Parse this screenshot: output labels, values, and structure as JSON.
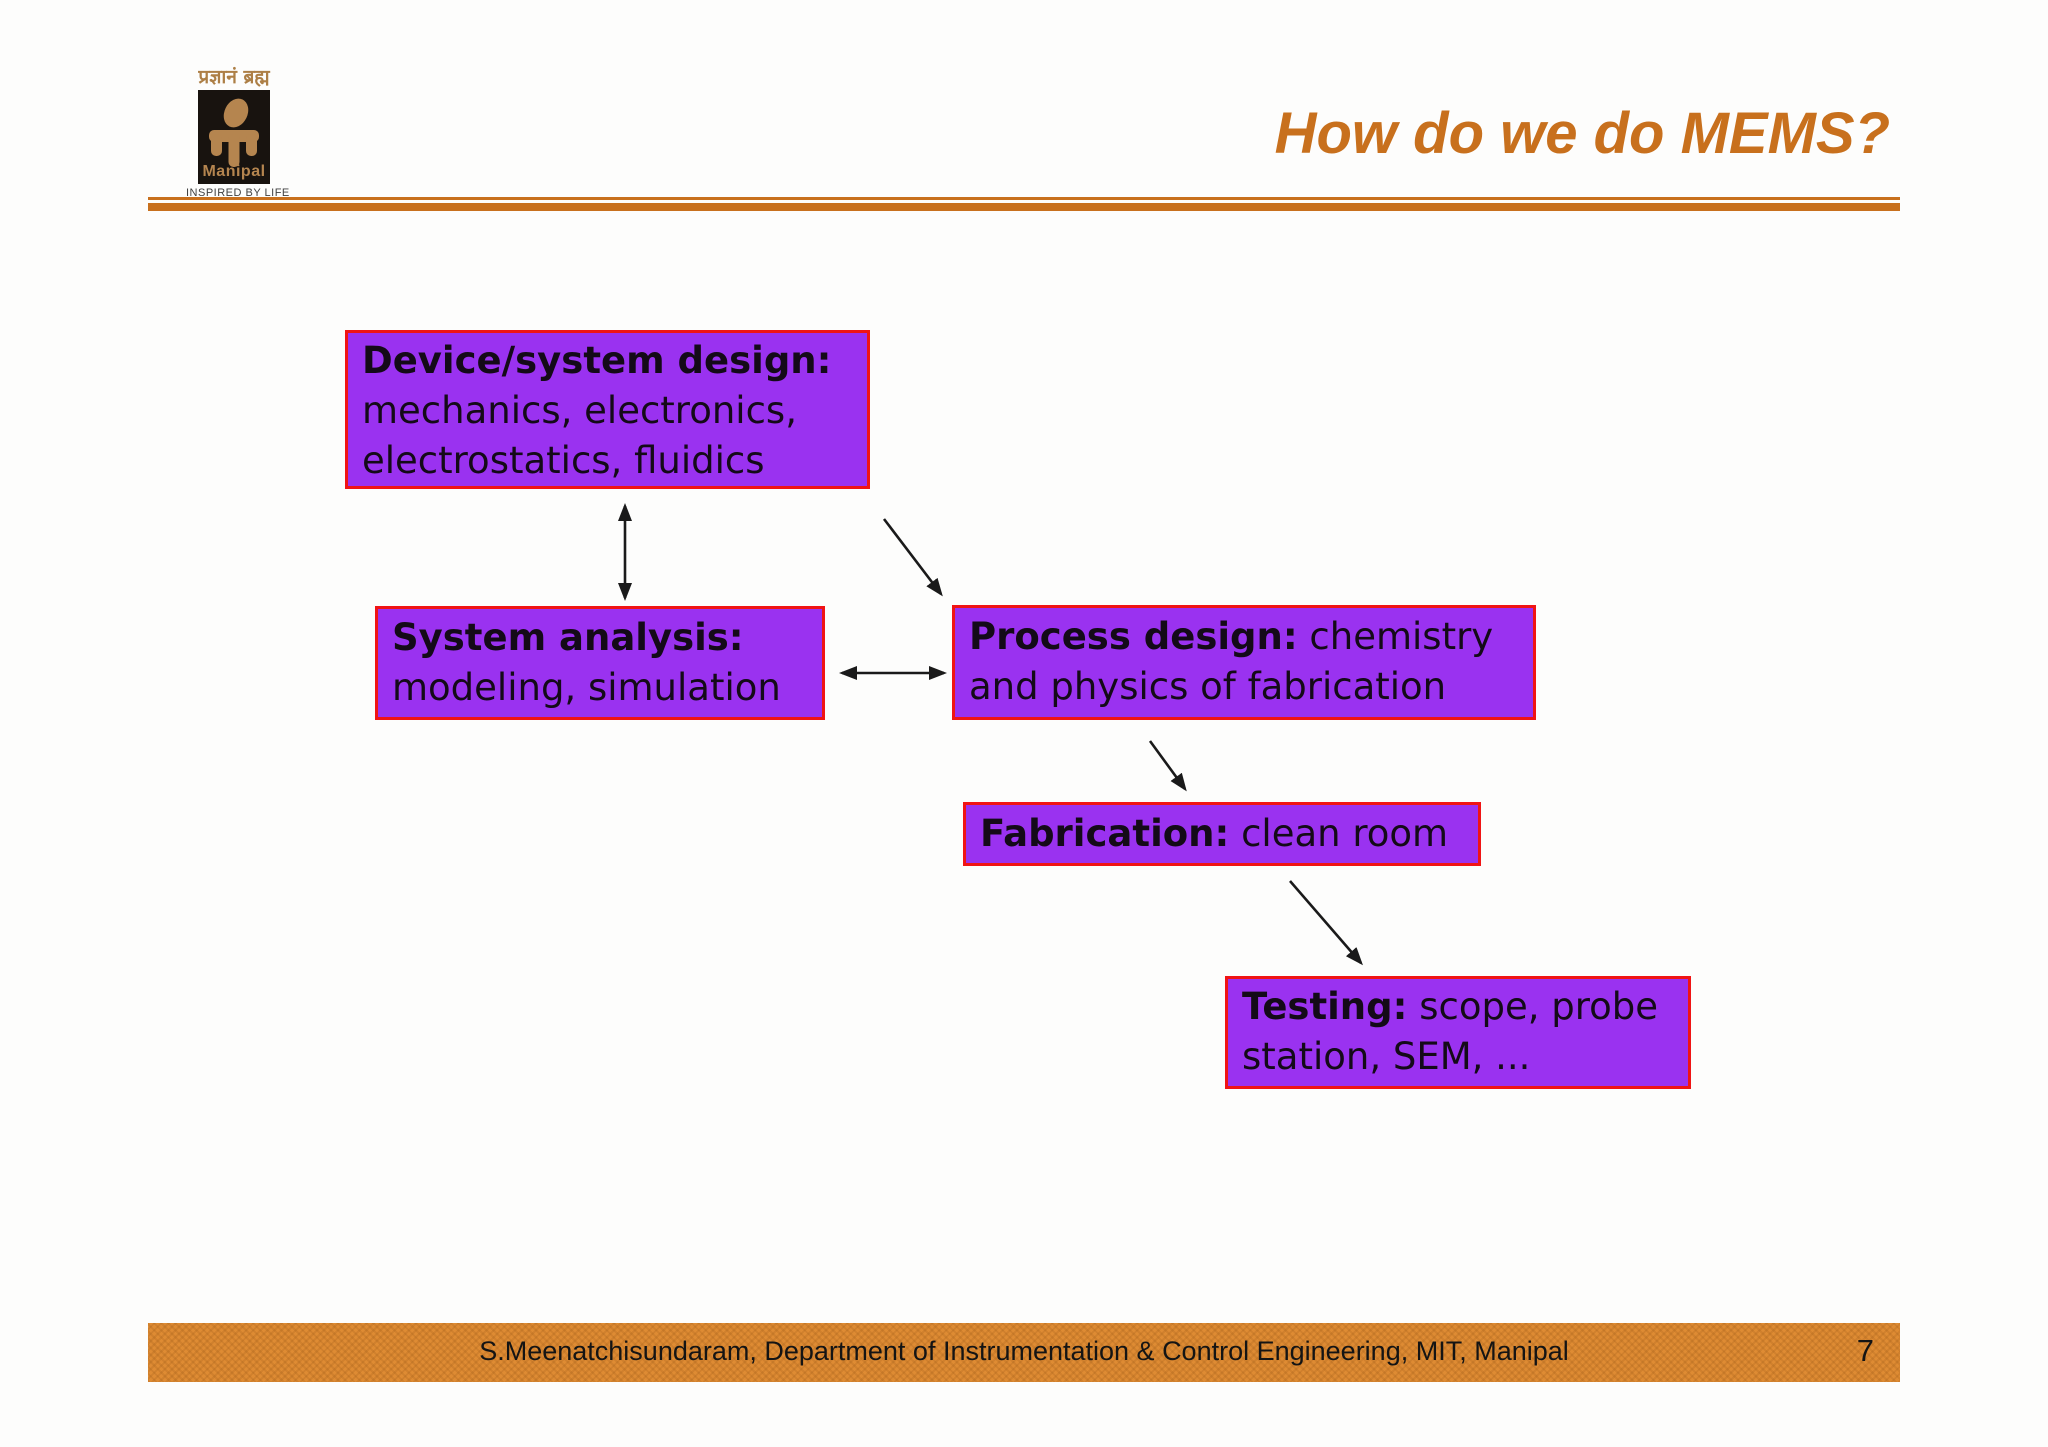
{
  "slide": {
    "header": {
      "title": "How do we do MEMS?"
    },
    "logo": {
      "sanskrit_text": "प्रज्ञानं ब्रह्म",
      "brand_name": "Manipal",
      "tagline": "INSPIRED BY LIFE"
    },
    "flowchart": {
      "boxes": [
        {
          "id": "device-system-design",
          "label": "Device/system design:",
          "description": "mechanics, electronics, electrostatics, fluidics"
        },
        {
          "id": "system-analysis",
          "label": "System analysis:",
          "description": "modeling, simulation"
        },
        {
          "id": "process-design",
          "label": "Process design:",
          "description": "chemistry and physics of fabrication"
        },
        {
          "id": "fabrication",
          "label": "Fabrication:",
          "description": "clean room"
        },
        {
          "id": "testing",
          "label": "Testing:",
          "description": "scope, probe station, SEM, ..."
        }
      ],
      "connections": [
        {
          "from": "device-system-design",
          "to": "system-analysis",
          "type": "bidirectional"
        },
        {
          "from": "device-system-design",
          "to": "process-design",
          "type": "one-way"
        },
        {
          "from": "system-analysis",
          "to": "process-design",
          "type": "bidirectional"
        },
        {
          "from": "process-design",
          "to": "fabrication",
          "type": "one-way"
        },
        {
          "from": "fabrication",
          "to": "testing",
          "type": "one-way"
        }
      ]
    },
    "footer": {
      "credit": "S.Meenatchisundaram, Department of Instrumentation & Control Engineering, MIT, Manipal",
      "page_number": "7"
    },
    "colors": {
      "accent_orange": "#c8701d",
      "footer_orange": "#de8b33",
      "box_fill_purple": "#9a32f0",
      "box_border_red": "#f01414",
      "logo_tan": "#b5854f"
    }
  }
}
